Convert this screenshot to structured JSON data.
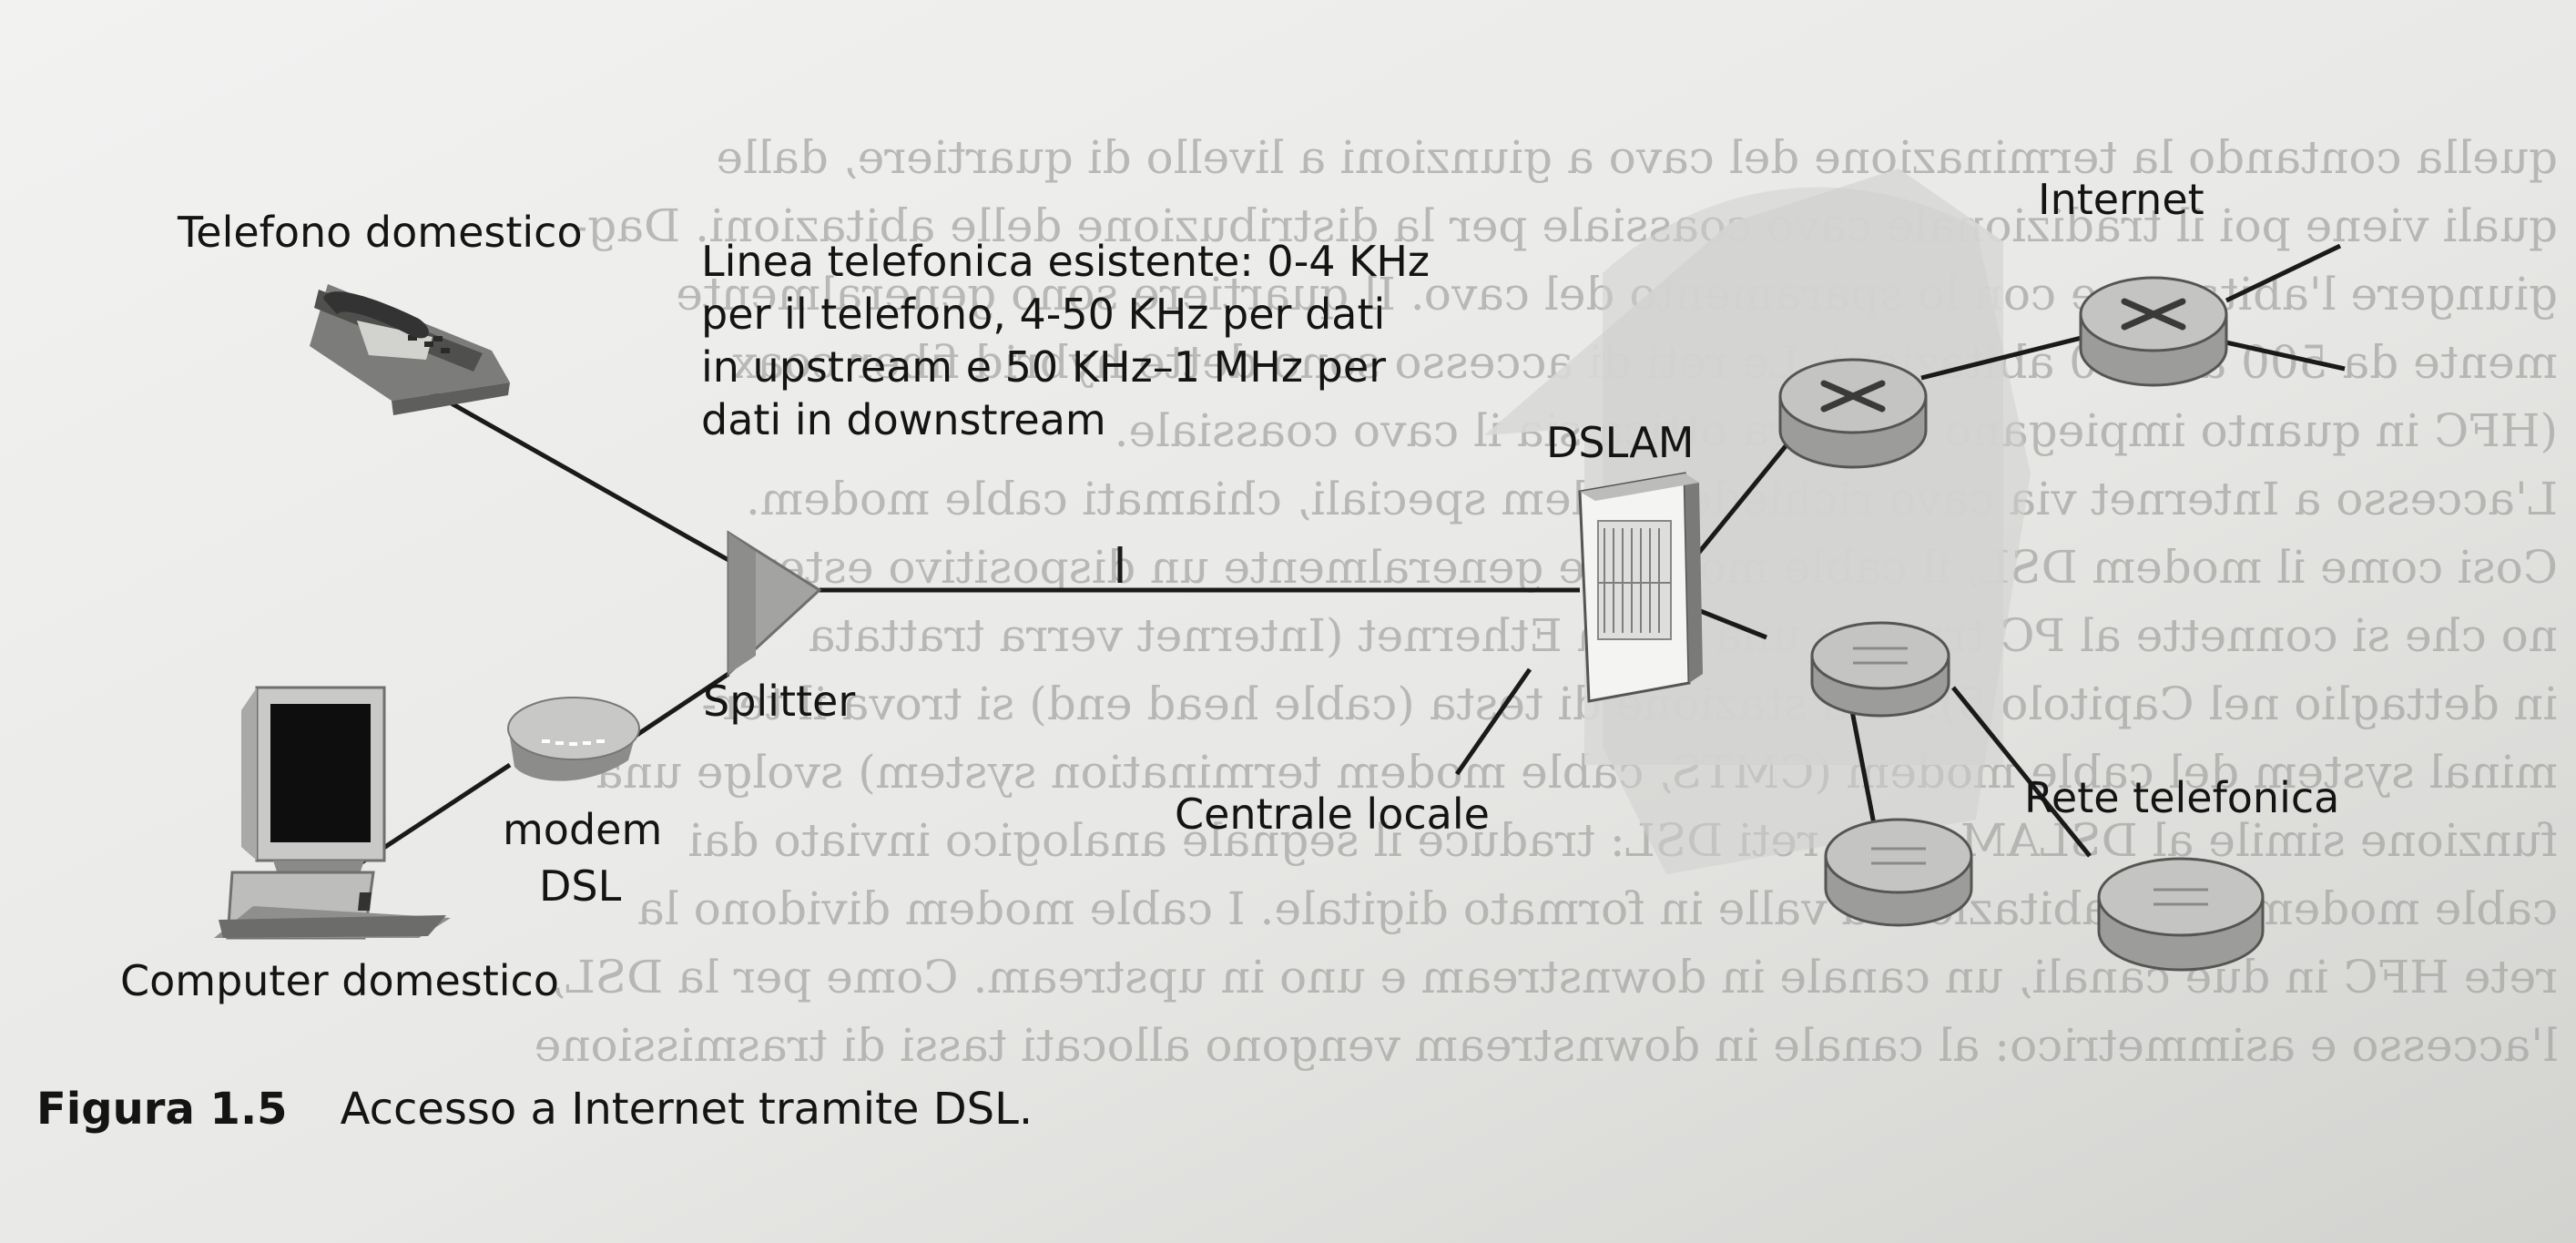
{
  "labels": {
    "home_phone": "Telefono domestico",
    "line_desc": [
      "Linea telefonica esistente: 0-4 KHz",
      "per il telefono, 4-50 KHz per dati",
      "in upstream e 50 KHz–1 MHz per",
      "dati in downstream"
    ],
    "internet": "Internet",
    "dslam": "DSLAM",
    "splitter": "Splitter",
    "modem_line1": "modem",
    "modem_line2": "DSL",
    "central_office": "Centrale locale",
    "phone_net": "Rete telefonica",
    "home_computer": "Computer domestico"
  },
  "caption": {
    "figure": "Figura 1.5",
    "title": "Accesso a Internet tramite DSL."
  },
  "bleed_through_lines": [
    "quella contando la terminazione del cavo a giunzioni a livello di quartiere, dalle",
    "quali viene poi il tradizionale cavo coassiale per la distribuzione delle abitazioni. Dag-",
    "giungere l'abitazione con lo sparamento del cavo. Il quartiere sono generalmente",
    "mente da 500 a 5000 abitazioni. Le reti di accesso sono dette hybrid fiber coax",
    "(HFC in quanto impiegano sia fibra ottica sia il cavo coassiale.",
    "L'accesso a Internet via cavo richiede modem speciali, chiamati cable modem.",
    "Cosi come il modem DSL, il cable modem e generalmente un dispositivo ester-",
    "no che si connette al PC tramite una porta Ethernet (Internet verra trattata",
    "in dettaglio nel Capitolo 5). Alla stazione di testa (cable head end) si trova il ter-",
    "minal system del cable modem (CMTS, cable modem termination system) svolge una",
    "funzione simile al DSLAM nelle reti DSL: traduce il segnale analogico inviato dai",
    "cable modem delle abitazioni a valle in formato digitale. I cable modem dividono la",
    "rete HFC in due canali, un canale in downstream e uno in upstream. Come per la DSL,",
    "l'accesso e asimmetrico: al canale in downstream vengono allocati tassi di trasmissione"
  ],
  "colors": {
    "paper": "#e9e9e7",
    "ink": "#141414",
    "building": "#d8d8d6",
    "router": "#c4c4c2",
    "bleed": "#a7a7a5"
  },
  "icons": [
    "telephone-icon",
    "splitter-icon",
    "dsl-modem-icon",
    "computer-icon",
    "dslam-icon",
    "router-icon",
    "central-office-building-icon"
  ]
}
